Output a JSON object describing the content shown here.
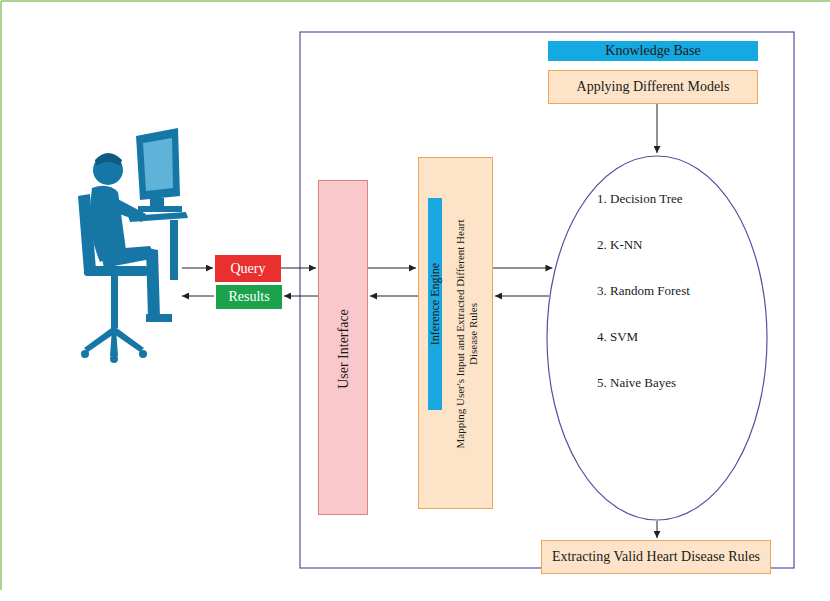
{
  "diagram": {
    "nodes": [
      {
        "text": [
          "Query"
        ]
      },
      {
        "text": [
          "Results"
        ]
      },
      {
        "text": [
          "User Interface"
        ]
      },
      {
        "text": [
          "Mapping User's Input and Extracted Different Heart Disease Rules"
        ]
      },
      {
        "text": [
          "Inference Engine"
        ],
        "in": 3
      },
      {
        "text": [
          "Knowledge Base"
        ]
      },
      {
        "text": [
          "Applying Different Models"
        ]
      },
      {
        "text": [
          "1. Decision Tree",
          "2. K-NN",
          "3. Random Forest",
          "4. SVM",
          "5. Naive Bayes"
        ]
      },
      {
        "text": [
          "Extracting Valid Heart Disease Rules"
        ]
      }
    ],
    "edges": [
      {
        "from": 0,
        "to": 2,
        "arrow": "to"
      },
      {
        "from": 2,
        "to": 1,
        "arrow": "to"
      },
      {
        "from": 2,
        "to": 3,
        "arrow": "to"
      },
      {
        "from": 3,
        "to": 2,
        "arrow": "to"
      },
      {
        "from": 3,
        "to": 7,
        "arrow": "to"
      },
      {
        "from": 7,
        "to": 3,
        "arrow": "to"
      },
      {
        "from": 6,
        "to": 7,
        "arrow": "to"
      },
      {
        "from": 7,
        "to": 8,
        "arrow": "to"
      }
    ]
  }
}
